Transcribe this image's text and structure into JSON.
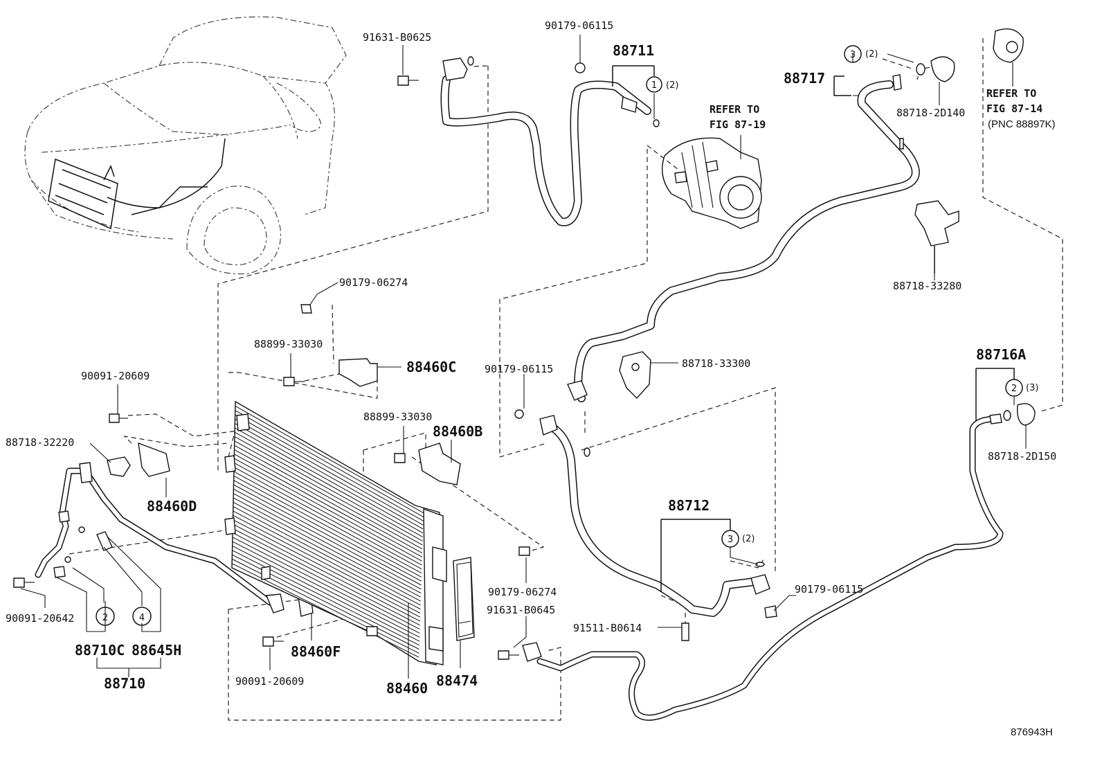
{
  "refs": {
    "compressor_line1": "REFER TO",
    "compressor_line2": "FIG 87-19",
    "receiver_line1": "REFER TO",
    "receiver_line2": "FIG 87-14",
    "receiver_line3": "(PNC 88897K)"
  },
  "callouts": {
    "c1_num": "1",
    "c1_qty": "(2)",
    "c3a_num": "3",
    "c3a_qty": "(2)",
    "c2a_num": "2",
    "c2a_qty": "(3)",
    "c3b_num": "3",
    "c3b_qty": "(2)",
    "c2b_num": "2",
    "c4_num": "4"
  },
  "labels": {
    "p91631_B0625": "91631-B0625",
    "p90179_06115_top": "90179-06115",
    "p88711": "88711",
    "p88717": "88717",
    "p88718_2D140": "88718-2D140",
    "p88718_33280": "88718-33280",
    "p90179_06274_top": "90179-06274",
    "p88899_33030_a": "88899-33030",
    "p88460C": "88460C",
    "p90091_20609_a": "90091-20609",
    "p88718_32220": "88718-32220",
    "p88460D": "88460D",
    "p88899_33030_b": "88899-33030",
    "p88460B": "88460B",
    "p90179_06115_mid": "90179-06115",
    "p88718_33300": "88718-33300",
    "p88716A": "88716A",
    "p88718_2D150": "88718-2D150",
    "p88712": "88712",
    "p90179_06115_low": "90179-06115",
    "p91511_B0614": "91511-B0614",
    "p90179_06274_low": "90179-06274",
    "p91631_B0645": "91631-B0645",
    "p88474": "88474",
    "p88460": "88460",
    "p88460F": "88460F",
    "p90091_20609_b": "90091-20609",
    "p90091_20642": "90091-20642",
    "p88710C": "88710C",
    "p88645H": "88645H",
    "p88710": "88710"
  },
  "figure_number": "876943H"
}
